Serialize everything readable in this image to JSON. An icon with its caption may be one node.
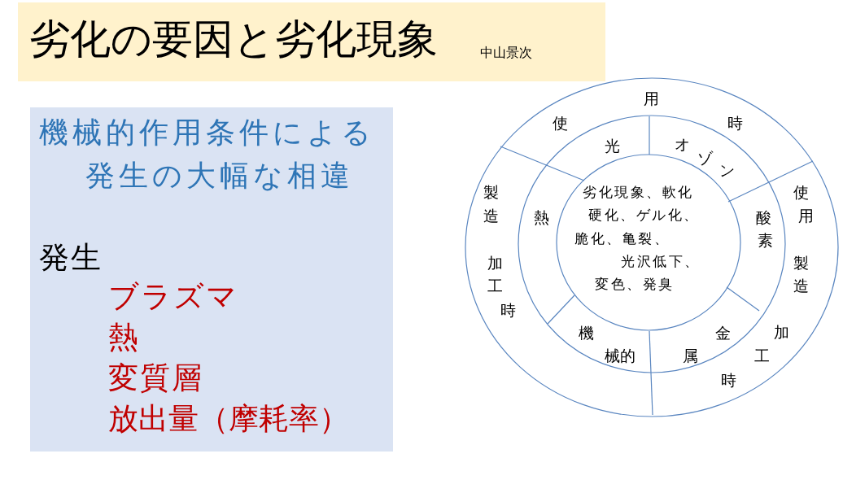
{
  "diagram": {
    "title": "劣化の要因と劣化現象",
    "nodes": [
      {
        "text": [
          "機械的作用条件による発生の大幅な相違",
          "発生",
          "ブラズマ",
          "熱",
          "変質層",
          "放出量（摩耗率）"
        ]
      },
      {
        "text": [
          "使用時"
        ]
      },
      {
        "text": [
          "製造加工時"
        ]
      },
      {
        "text": [
          "使用製造加工時"
        ]
      },
      {
        "text": [
          "光"
        ]
      },
      {
        "text": [
          "オゾン"
        ]
      },
      {
        "text": [
          "酸素"
        ]
      },
      {
        "text": [
          "金属"
        ]
      },
      {
        "text": [
          "機械的"
        ]
      },
      {
        "text": [
          "熱"
        ]
      },
      {
        "text": [
          "劣化現象、軟化硬化、ゲル化、脆化、亀裂、光沢低下、変色、発臭"
        ]
      }
    ],
    "labels": [
      "中山景次"
    ]
  }
}
